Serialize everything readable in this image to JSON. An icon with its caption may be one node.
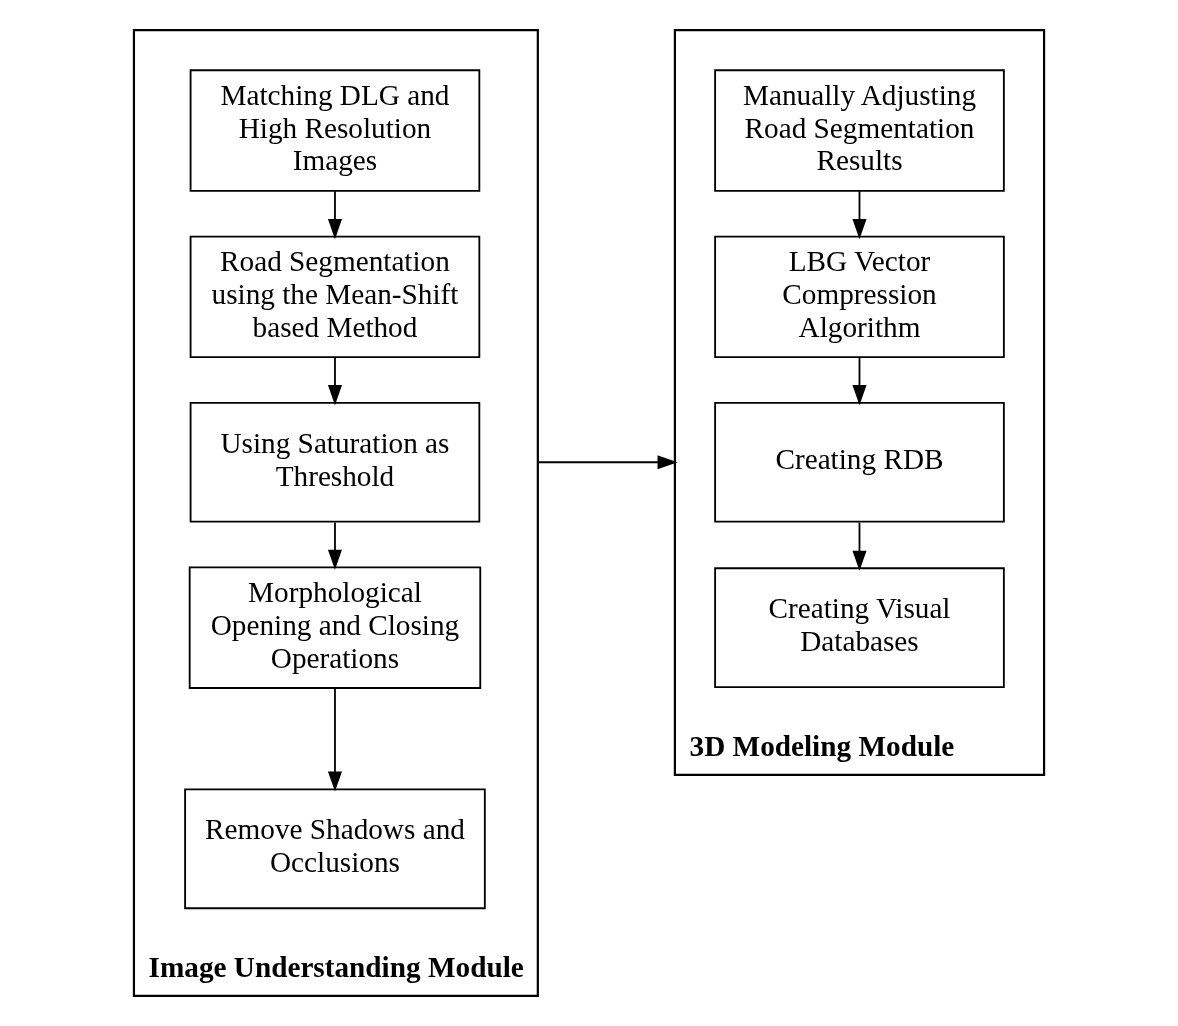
{
  "diagram": {
    "nodes": [
      {
        "text": [
          "Image Understanding Module"
        ]
      },
      {
        "text": [
          "Matching DLG and High Resolution Images"
        ],
        "in": 0
      },
      {
        "text": [
          "Road Segmentation using the Mean-Shift based Method"
        ],
        "in": 0
      },
      {
        "text": [
          "Using Saturation as Threshold"
        ],
        "in": 0
      },
      {
        "text": [
          "Morphological Opening and Closing Operations"
        ],
        "in": 0
      },
      {
        "text": [
          "Remove Shadows and Occlusions"
        ],
        "in": 0
      },
      {
        "text": [
          "3D Modeling Module"
        ]
      },
      {
        "text": [
          "Manually Adjusting Road Segmentation Results"
        ],
        "in": 6
      },
      {
        "text": [
          "LBG Vector Compression Algorithm"
        ],
        "in": 6
      },
      {
        "text": [
          "Creating RDB"
        ],
        "in": 6
      },
      {
        "text": [
          "Creating Visual Databases"
        ],
        "in": 6
      }
    ],
    "edges": [
      {
        "from": 1,
        "to": 2,
        "arrow": "to"
      },
      {
        "from": 2,
        "to": 3,
        "arrow": "to"
      },
      {
        "from": 3,
        "to": 4,
        "arrow": "to"
      },
      {
        "from": 4,
        "to": 5,
        "arrow": "to"
      },
      {
        "from": 0,
        "to": 6,
        "arrow": "to"
      },
      {
        "from": 7,
        "to": 8,
        "arrow": "to"
      },
      {
        "from": 8,
        "to": 9,
        "arrow": "to"
      },
      {
        "from": 9,
        "to": 10,
        "arrow": "to"
      }
    ]
  }
}
